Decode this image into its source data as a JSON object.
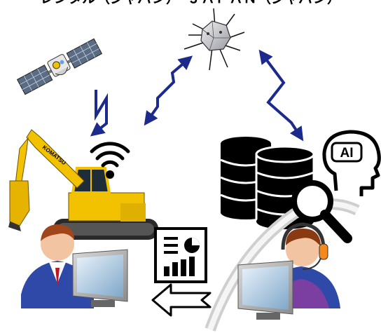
{
  "header": {
    "text": "レンタル（ジャパン）・ＪＡＰＡＮ（ジャパン）"
  },
  "excavator": {
    "brand": "KOMATSU"
  },
  "ai_badge": {
    "label": "AI"
  },
  "colors": {
    "arrow": "#1b2a8c",
    "excavator_yellow": "#f2c200",
    "satellite_panel": "#5a6b84",
    "headset_orange": "#f28a1e",
    "operator_suit": "#2f49a8",
    "cylinder": "#111111"
  },
  "icons": [
    "gps-satellite-icon",
    "comm-satellite-icon",
    "wifi-icon",
    "database-icon",
    "magnifier-icon",
    "ai-head-icon",
    "report-icon",
    "operator-icon",
    "support-agent-icon"
  ]
}
